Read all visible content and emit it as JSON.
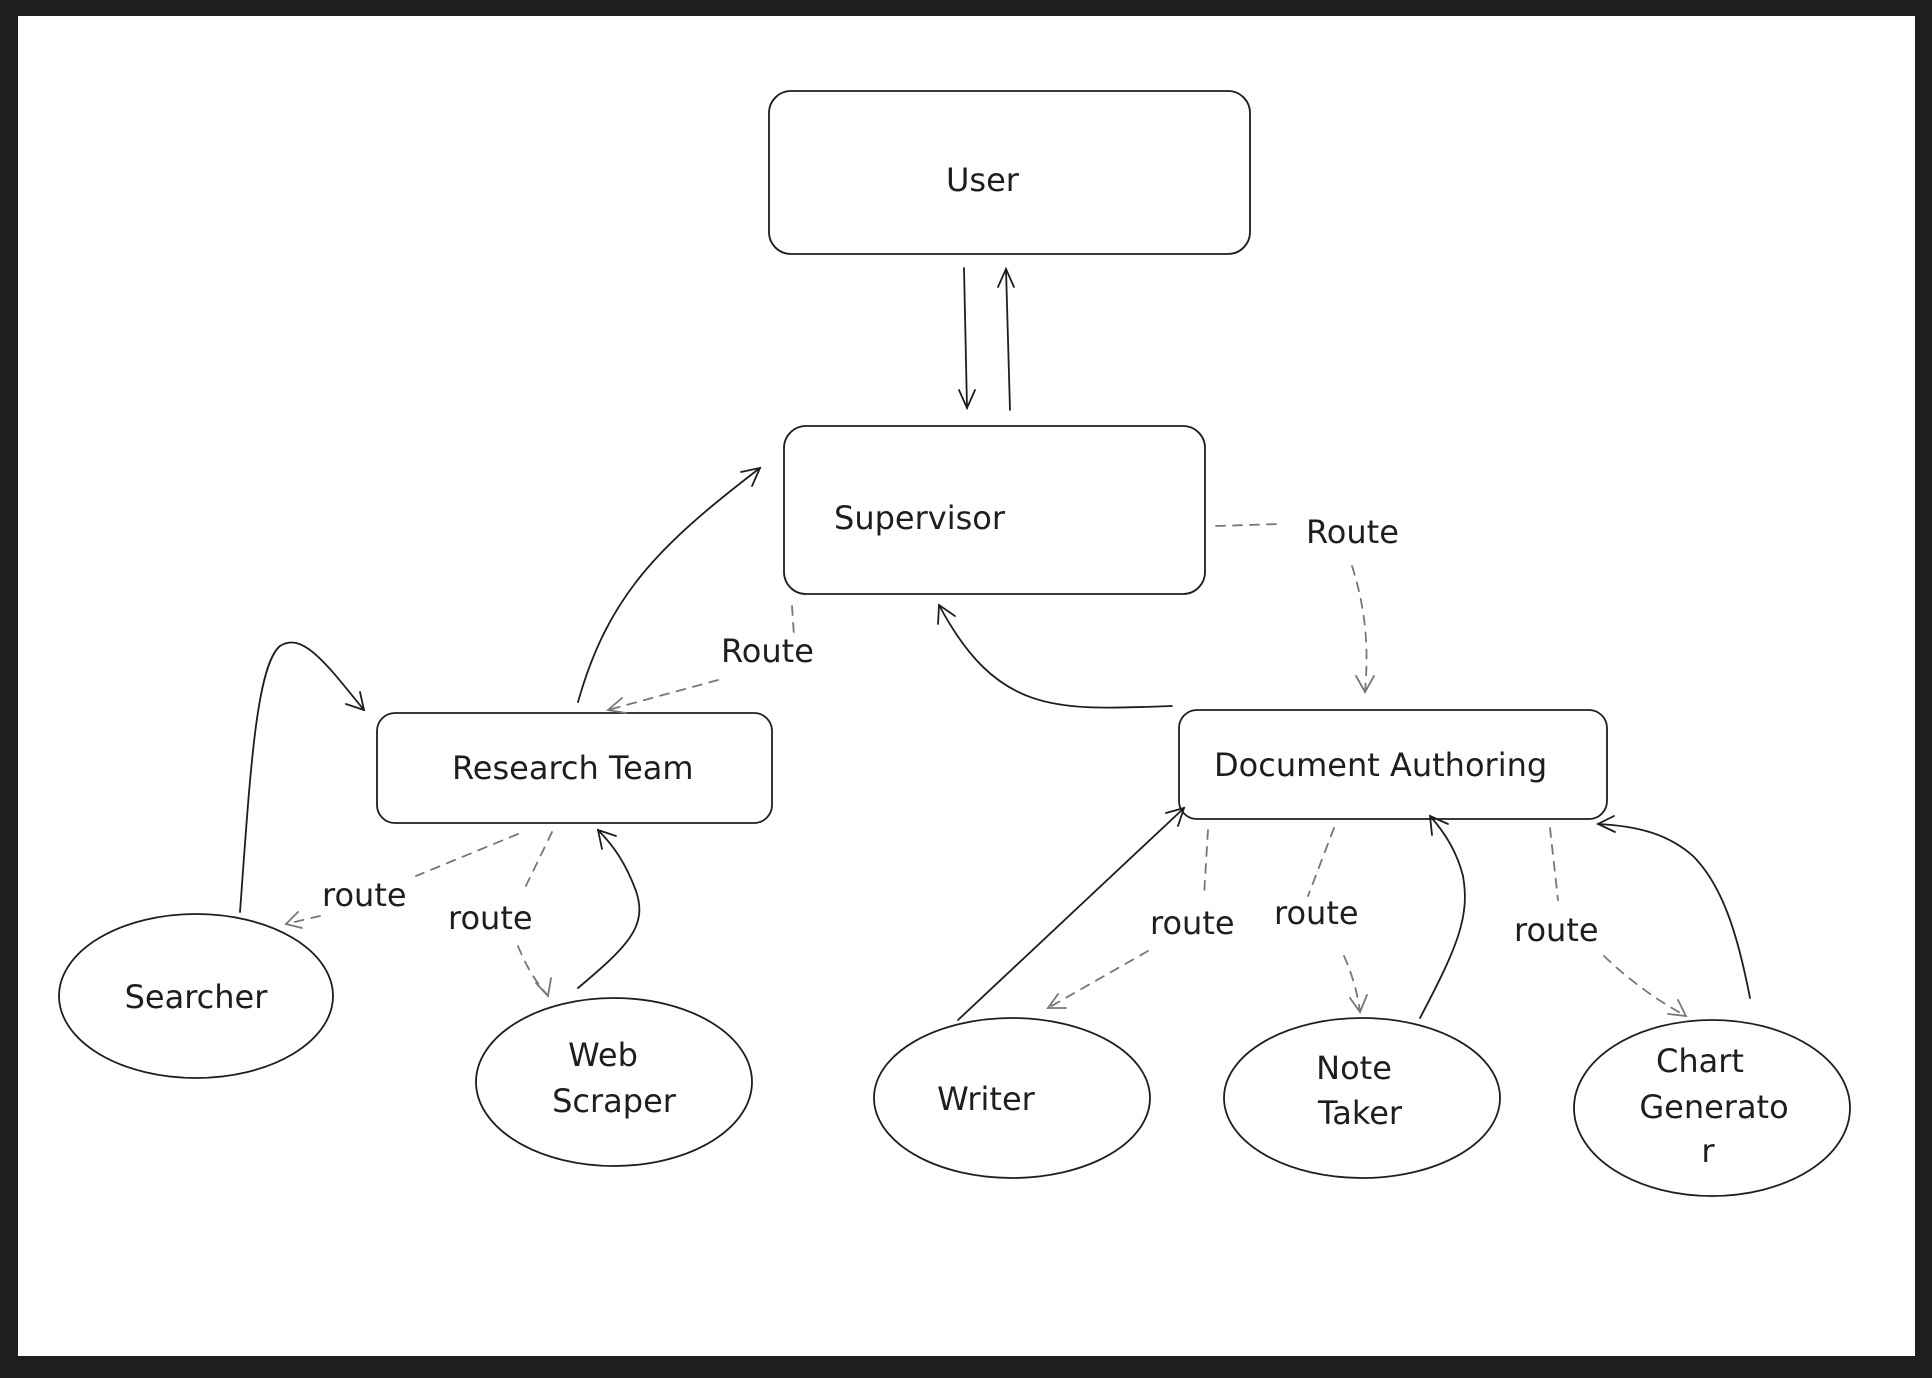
{
  "nodes": {
    "user": "User",
    "supervisor": "Supervisor",
    "research_team": "Research Team",
    "document_authoring": "Document Authoring",
    "searcher": "Searcher",
    "web_scraper": [
      "Web",
      "Scraper"
    ],
    "writer": "Writer",
    "note_taker": [
      "Note",
      "Taker"
    ],
    "chart_generator": [
      "Chart",
      "Generato",
      "r"
    ]
  },
  "edges": {
    "supervisor_to_research": "Route",
    "supervisor_to_document": "Route",
    "research_to_searcher": "route",
    "research_to_scraper": "route",
    "document_to_writer": "route",
    "document_to_note_taker": "route",
    "document_to_chart": "route"
  }
}
